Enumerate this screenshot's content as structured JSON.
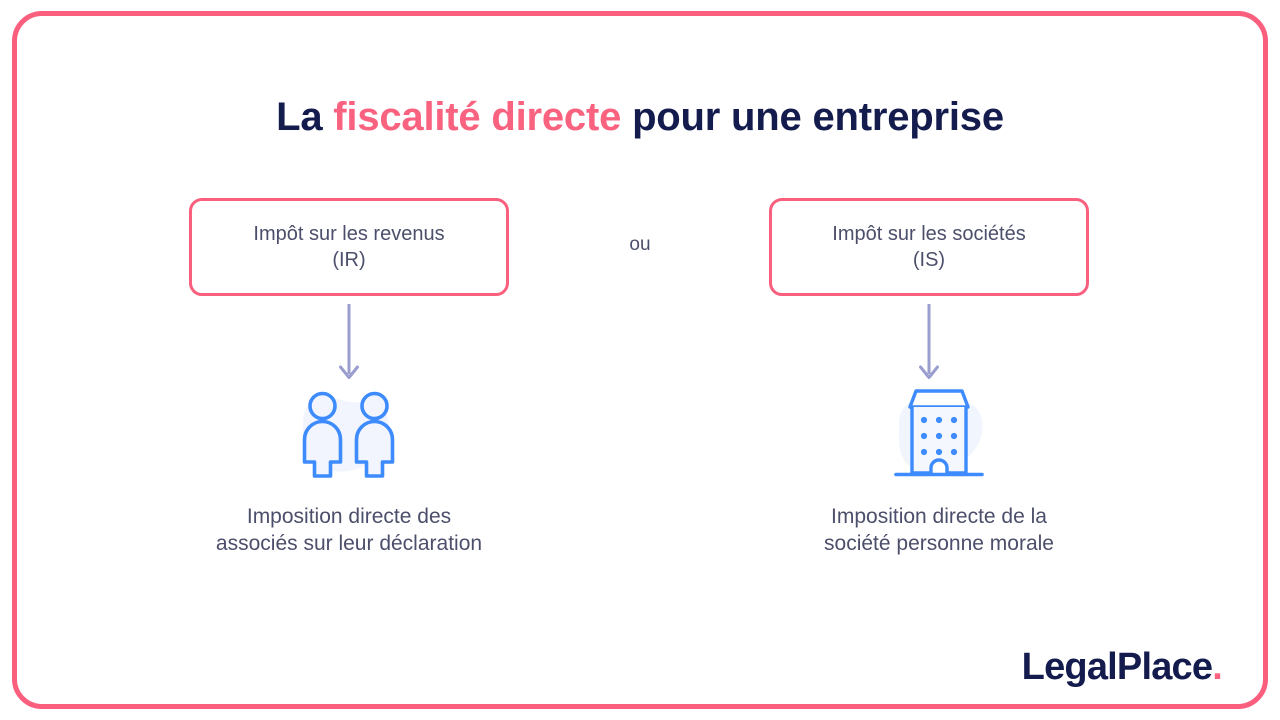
{
  "colors": {
    "frame_pink": "#fa5f7e",
    "accent_pink": "#fa6380",
    "navy": "#141b4d",
    "slate_text": "#4c4f6b",
    "icon_blue": "#3d8bfd",
    "icon_fill": "#eef2fd",
    "arrow_purple": "#9a9ece"
  },
  "title": {
    "part1": "La ",
    "accent": "fiscalité directe",
    "part2": " pour une entreprise",
    "full": "La fiscalité directe pour une entreprise"
  },
  "options": {
    "connector": "ou",
    "left": {
      "label": "Impôt sur les revenus\n(IR)",
      "abbreviation": "IR",
      "name": "Impôt sur les revenus"
    },
    "right": {
      "label": "Impôt sur les sociétés\n(IS)",
      "abbreviation": "IS",
      "name": "Impôt sur les sociétés"
    }
  },
  "branches": {
    "left": {
      "icon": "two-people-icon",
      "caption": "Imposition directe des\nassociés sur leur déclaration"
    },
    "right": {
      "icon": "office-building-icon",
      "caption": "Imposition directe de la\nsociété personne morale"
    }
  },
  "logo": {
    "text": "LegalPlace",
    "dot": "."
  }
}
